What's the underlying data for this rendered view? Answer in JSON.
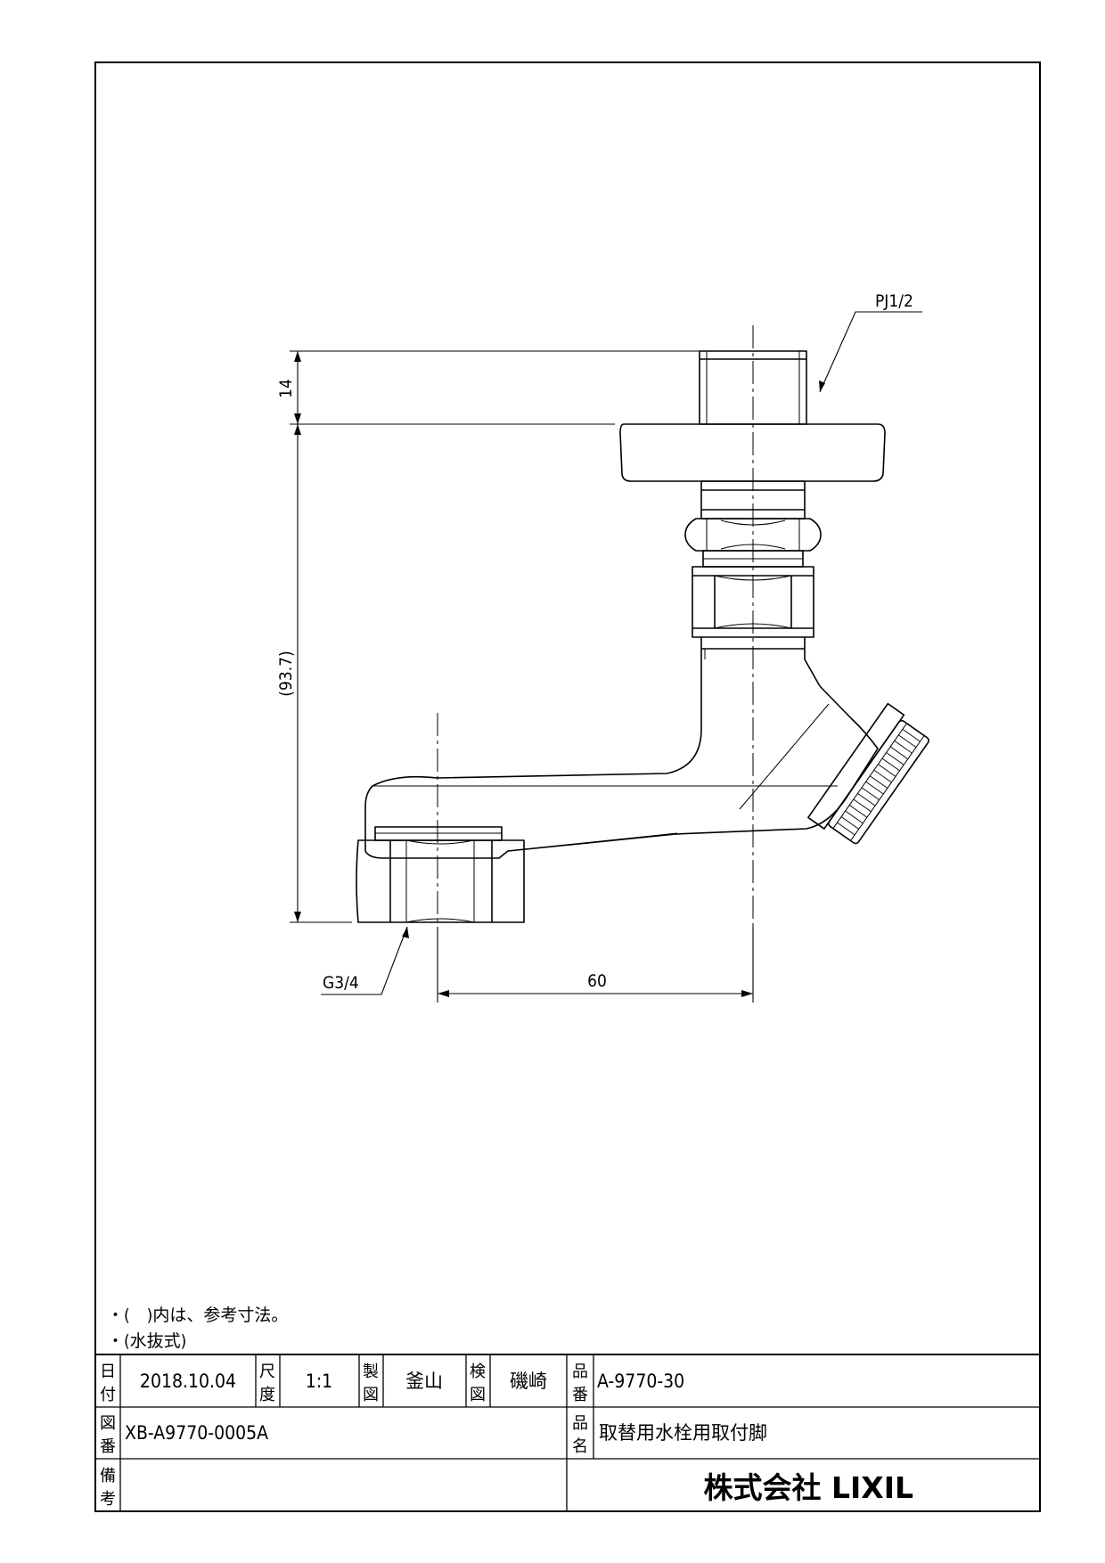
{
  "drawing": {
    "labels": {
      "thread_top": "PJ1/2",
      "thread_bottom": "G3/4",
      "dim_top": "14",
      "dim_height": "(93.7)",
      "dim_width": "60"
    },
    "notes": [
      "・(　)内は、参考寸法。",
      "・(水抜式)"
    ]
  },
  "title_block": {
    "date_label": [
      "日",
      "付"
    ],
    "date_value": "2018.10.04",
    "scale_label": [
      "尺",
      "度"
    ],
    "scale_value": "1:1",
    "drafter_label": [
      "製",
      "図"
    ],
    "drafter_value": "釜山",
    "checker_label": [
      "検",
      "図"
    ],
    "checker_value": "磯崎",
    "part_no_label": [
      "品",
      "番"
    ],
    "part_no_value": "A-9770-30",
    "drawing_no_label": [
      "図",
      "番"
    ],
    "drawing_no_value": "XB-A9770-0005A",
    "part_name_label": [
      "品",
      "名"
    ],
    "part_name_value": "取替用水栓用取付脚",
    "remarks_label": [
      "備",
      "考"
    ],
    "remarks_value": "",
    "company": "株式会社 LIXIL"
  }
}
